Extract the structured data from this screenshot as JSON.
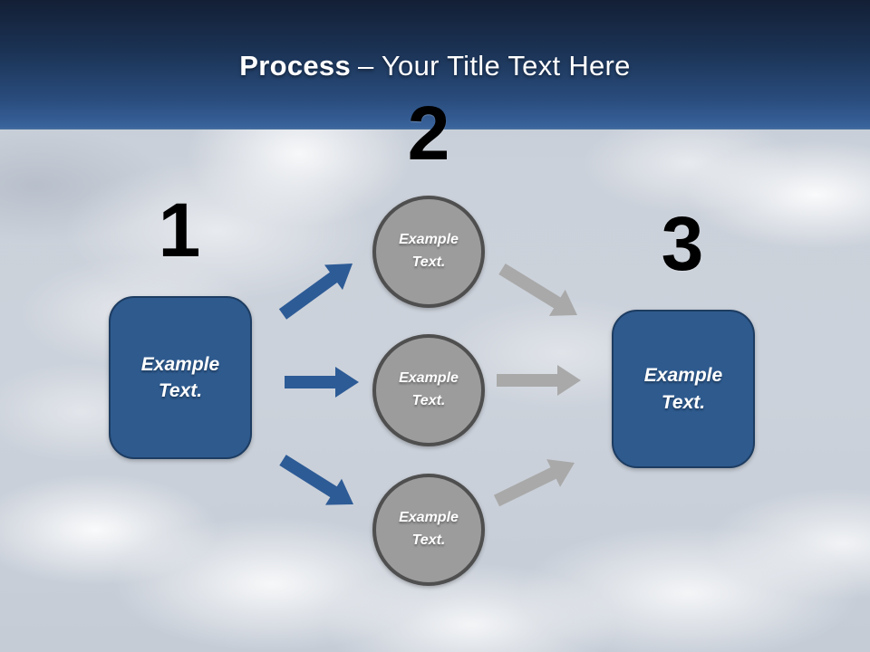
{
  "header": {
    "title_bold": "Process",
    "title_rest": "– Your Title Text Here"
  },
  "steps": [
    {
      "number": "1"
    },
    {
      "number": "2"
    },
    {
      "number": "3"
    }
  ],
  "nodes": {
    "left_box": {
      "label": "Example Text."
    },
    "circles": [
      {
        "label": "Example Text."
      },
      {
        "label": "Example Text."
      },
      {
        "label": "Example Text."
      }
    ],
    "right_box": {
      "label": "Example Text."
    }
  },
  "colors": {
    "header_top": "#131F35",
    "header_bottom": "#39639C",
    "box_fill": "#2E5A8E",
    "box_border": "#1D3C61",
    "circle_fill": "#9C9C9C",
    "circle_border": "#4F4F4F",
    "arrow_blue": "#2D5B96",
    "arrow_gray": "#A9A9A9",
    "number_color": "#000000",
    "title_color": "#FFFFFF"
  }
}
